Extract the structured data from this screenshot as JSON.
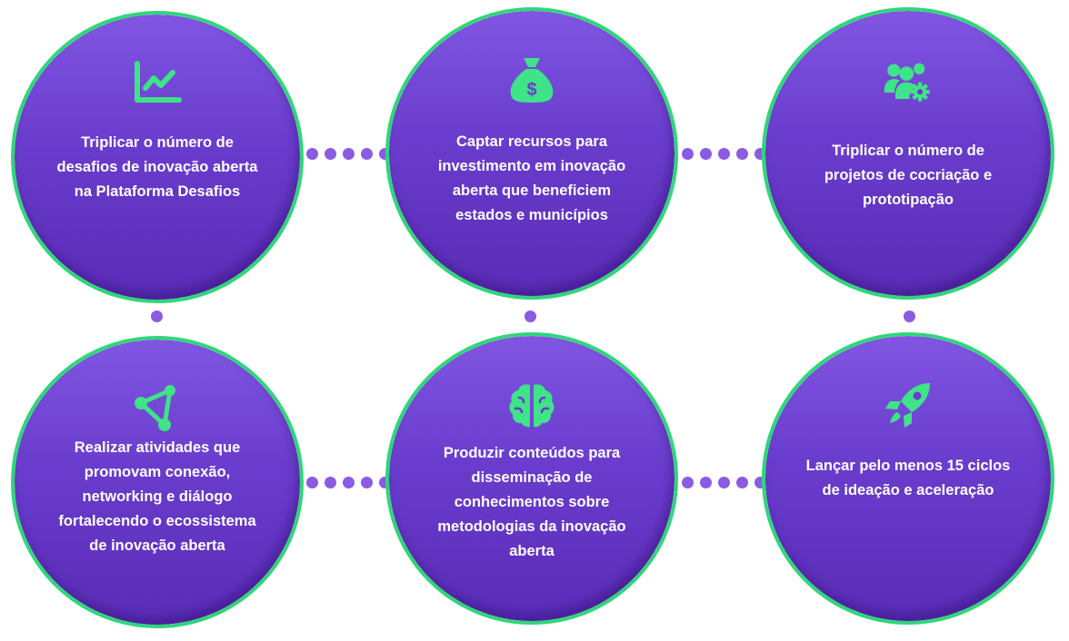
{
  "colors": {
    "circle_fill_top": "#8056e2",
    "circle_fill_bottom": "#5a2cb6",
    "ring": "#2fd67a",
    "icon": "#3fe388",
    "connector_dot": "#8a5be3",
    "text": "#ffffff"
  },
  "goals": [
    {
      "icon": "line-chart-icon",
      "text": "Triplicar o número de desafios de inovação aberta na Plataforma Desafios"
    },
    {
      "icon": "money-bag-icon",
      "text": "Captar recursos para investimento em inovação aberta que beneficiem estados e municípios"
    },
    {
      "icon": "users-gear-icon",
      "text": "Triplicar o número de projetos de cocriação e prototipação"
    },
    {
      "icon": "network-triangle-icon",
      "text": "Realizar atividades que promovam conexão, networking e diálogo fortalecendo o ecossistema de inovação aberta"
    },
    {
      "icon": "brain-icon",
      "text": "Produzir conteúdos para disseminação de conhecimentos sobre metodologias da inovação aberta"
    },
    {
      "icon": "rocket-icon",
      "text": "Lançar pelo menos 15 ciclos de ideação e aceleração"
    }
  ]
}
